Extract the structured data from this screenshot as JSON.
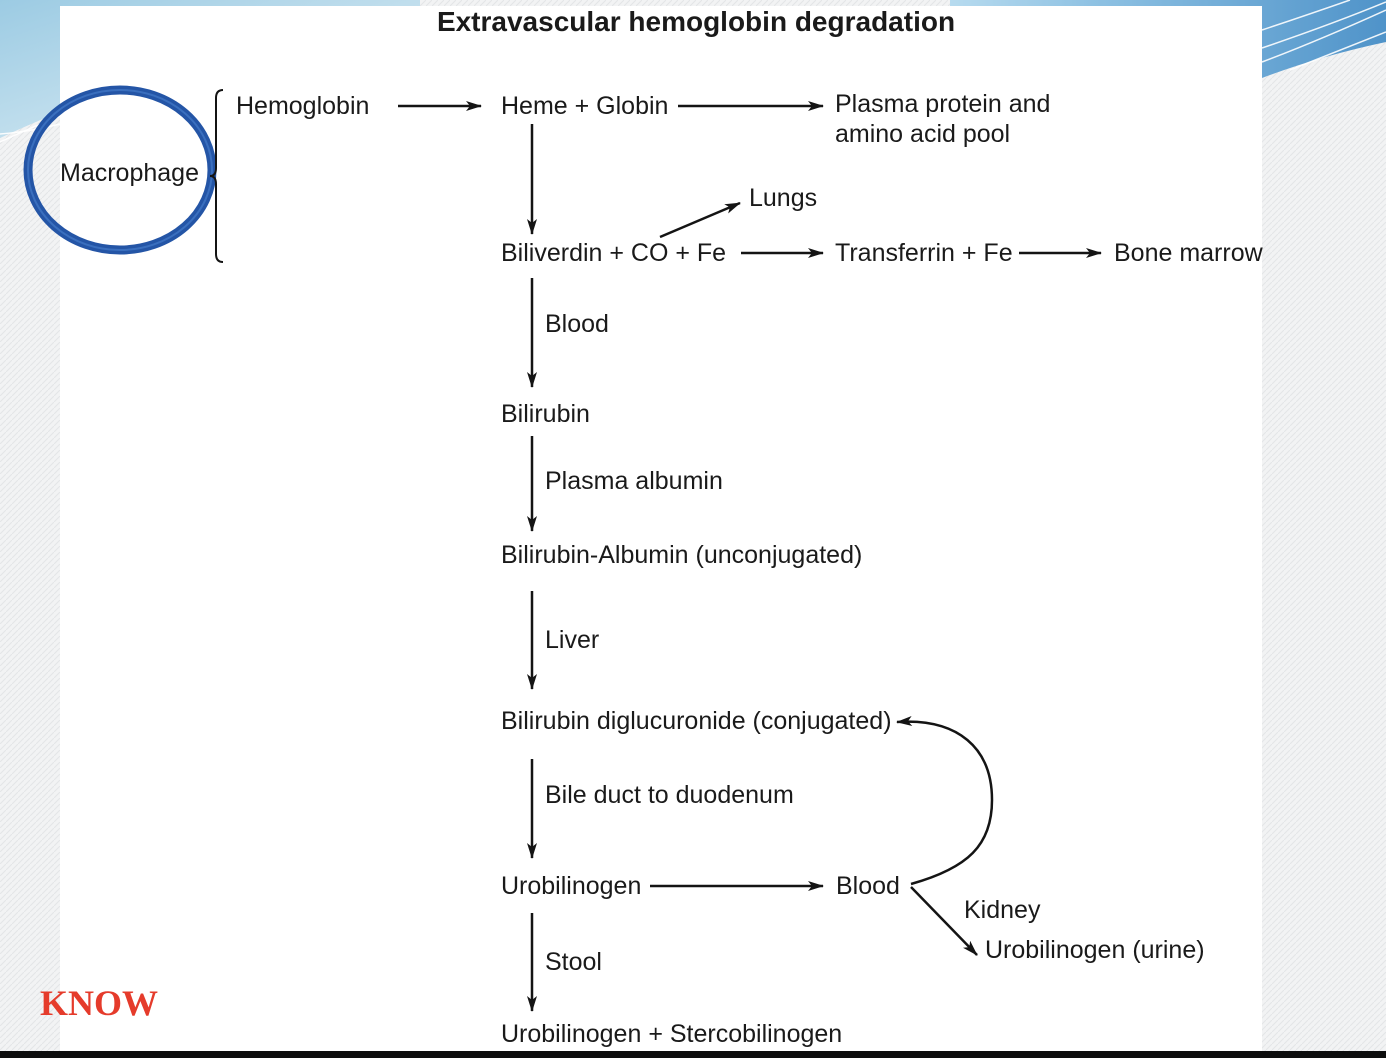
{
  "slide": {
    "title": "Extravascular hemoglobin degradation",
    "highlight_label": "Macrophage",
    "note": "KNOW"
  },
  "colors": {
    "highlight_circle": "#2455a6",
    "note_text": "#e53b2b"
  },
  "nodes": {
    "hemoglobin": "Hemoglobin",
    "heme_globin": "Heme + Globin",
    "plasma_pool_line1": "Plasma protein and",
    "plasma_pool_line2": "amino acid pool",
    "lungs": "Lungs",
    "biliverdin": "Biliverdin + CO + Fe",
    "transferrin": "Transferrin + Fe",
    "bone_marrow": "Bone marrow",
    "bilirubin": "Bilirubin",
    "bilirubin_albumin": "Bilirubin-Albumin (unconjugated)",
    "bilirubin_diglucuronide": "Bilirubin diglucuronide (conjugated)",
    "urobilinogen": "Urobilinogen",
    "blood_circulation": "Blood",
    "urobilinogen_urine": "Urobilinogen (urine)",
    "urobilinogen_stercobilinogen": "Urobilinogen + Stercobilinogen"
  },
  "edge_labels": {
    "blood": "Blood",
    "plasma_albumin": "Plasma albumin",
    "liver": "Liver",
    "bile_duct": "Bile duct to duodenum",
    "kidney": "Kidney",
    "stool": "Stool"
  }
}
